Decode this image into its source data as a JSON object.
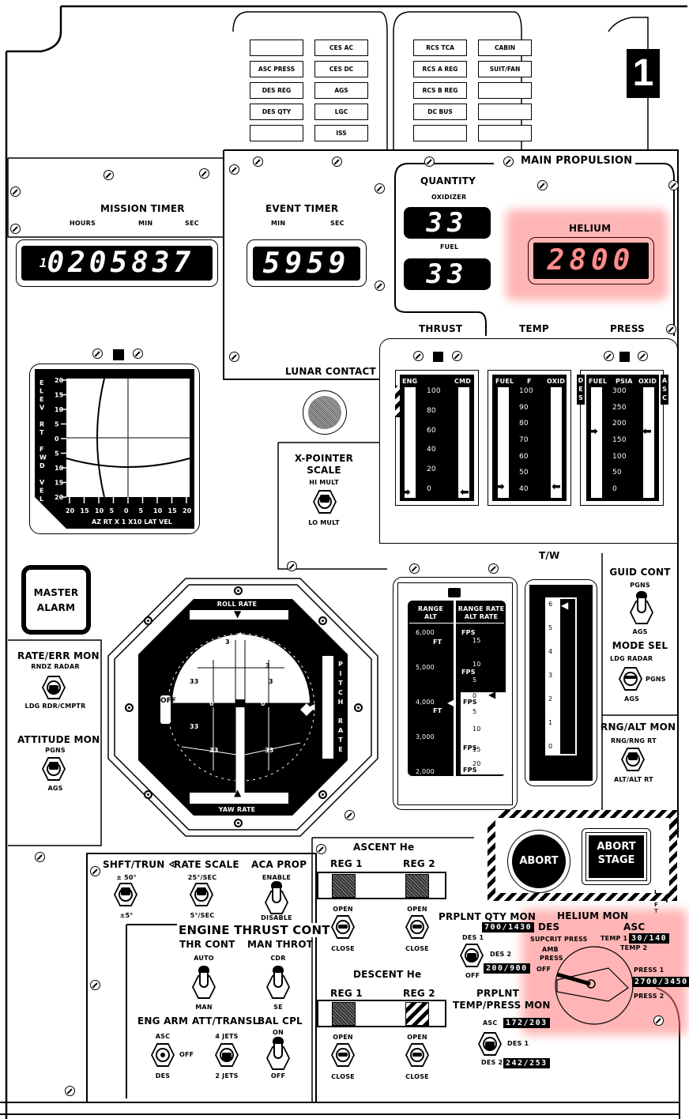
{
  "panel": {
    "number": "1",
    "highlight_color": "#ff8080",
    "display_color": "#000000",
    "display_digit_color": "#ffffff"
  },
  "caution_warning": {
    "left_bank": [
      "",
      "CES AC",
      "ASC PRESS",
      "CES DC",
      "DES REG",
      "AGS",
      "DES QTY",
      "LGC",
      "",
      "ISS"
    ],
    "right_bank": [
      "RCS TCA",
      "CABIN",
      "RCS A REG",
      "SUIT/FAN",
      "RCS B REG",
      "",
      "DC BUS",
      "",
      "",
      ""
    ]
  },
  "mission_timer": {
    "title": "MISSION TIMER",
    "units": [
      "HOURS",
      "MIN",
      "SEC"
    ],
    "prefix": "1",
    "value": "0205837"
  },
  "event_timer": {
    "title": "EVENT TIMER",
    "units": [
      "MIN",
      "SEC"
    ],
    "value": "5959"
  },
  "main_propulsion": {
    "title": "MAIN PROPULSION",
    "quantity_label": "QUANTITY",
    "oxidizer_label": "OXIDIZER",
    "oxidizer_value": "33",
    "fuel_label": "FUEL",
    "fuel_value": "33",
    "helium_label": "HELIUM",
    "helium_value": "2800",
    "thrust_label": "THRUST",
    "temp_label": "TEMP",
    "press_label": "PRESS"
  },
  "xpointer": {
    "elev_label": [
      "E",
      "L",
      "E",
      "V",
      " ",
      "R",
      "T",
      " ",
      "F",
      "W",
      "D",
      " ",
      "V",
      "E",
      "L"
    ],
    "y_ticks": [
      "20",
      "15",
      "10",
      "5",
      "0",
      "5",
      "10",
      "15",
      "20"
    ],
    "x_ticks": [
      "20",
      "15",
      "10",
      "5",
      "0",
      "5",
      "10",
      "15",
      "20"
    ],
    "x_label": "AZ RT X 1 X10 LAT VEL"
  },
  "lunar_contact": {
    "label": "LUNAR CONTACT"
  },
  "xpointer_scale": {
    "title_1": "X-POINTER",
    "title_2": "SCALE",
    "up": "HI MULT",
    "down": "LO MULT"
  },
  "thrust_gauge": {
    "left": "ENG",
    "right": "CMD",
    "ticks": [
      "100",
      "80",
      "60",
      "40",
      "20",
      "0"
    ],
    "eng_value": 0,
    "cmd_value": 0
  },
  "temp_gauge": {
    "left": "FUEL",
    "mid": "F",
    "right": "OXID",
    "ticks": [
      "100",
      "90",
      "80",
      "70",
      "60",
      "50",
      "40"
    ],
    "fuel_value": 40,
    "oxid_value": 40
  },
  "press_gauge": {
    "des": [
      "D",
      "E",
      "S"
    ],
    "asc": [
      "A",
      "S",
      "C"
    ],
    "left": "FUEL",
    "mid": "PSIA",
    "right": "OXID",
    "ticks": [
      "300",
      "250",
      "200",
      "150",
      "100",
      "50",
      "0"
    ],
    "fuel_value": 180,
    "oxid_value": 180
  },
  "master_alarm": {
    "line1": "MASTER",
    "line2": "ALARM"
  },
  "rate_err_mon": {
    "title": "RATE/ERR MON",
    "up": "RNDZ RADAR",
    "down": "LDG RDR/CMPTR"
  },
  "attitude_mon": {
    "title": "ATTITUDE MON",
    "up": "PGNS",
    "down": "AGS"
  },
  "fdai": {
    "roll_rate": "ROLL RATE",
    "yaw_rate": "YAW RATE",
    "pitch_rate": [
      "P",
      "I",
      "T",
      "C",
      "H",
      " ",
      "R",
      "A",
      "T",
      "E"
    ],
    "off_flag": "OFF",
    "ball_marks": [
      "3",
      "3",
      "33",
      "3",
      "0",
      "0",
      "33",
      "33",
      "33"
    ]
  },
  "range_alt": {
    "left_title_1": "RANGE",
    "left_title_2": "ALT",
    "right_title_1": "RANGE RATE",
    "right_title_2": "ALT RATE",
    "alt_ticks": [
      "6,000",
      "5,000",
      "4,000",
      "3,000",
      "2,000"
    ],
    "ft": "FT",
    "rate_ticks": [
      "15",
      "10",
      "5",
      "0",
      "5",
      "10",
      "15",
      "20"
    ],
    "fps": "FPS",
    "alt_value_ft": 4000,
    "rate_value_fps": 0
  },
  "tw": {
    "title": "T/W",
    "ticks": [
      "6",
      "5",
      "4",
      "3",
      "2",
      "1",
      "0"
    ],
    "value": 6
  },
  "guid_cont": {
    "title": "GUID CONT",
    "up": "PGNS",
    "down": "AGS"
  },
  "mode_sel": {
    "title": "MODE SEL",
    "up": "LDG RADAR",
    "right": "PGNS",
    "down": "AGS"
  },
  "rng_alt_mon": {
    "title": "RNG/ALT MON",
    "up": "RNG/RNG RT",
    "down": "ALT/ALT RT"
  },
  "abort": {
    "abort": "ABORT",
    "abort_stage_1": "ABORT",
    "abort_stage_2": "STAGE",
    "lift": [
      "L",
      "I",
      "F",
      "T"
    ]
  },
  "lower_left": {
    "shft_trun": {
      "title": "SHFT/TRUN ∢",
      "up": "± 50°",
      "down": "±5°"
    },
    "rate_scale": {
      "title": "RATE SCALE",
      "up": "25°/SEC",
      "down": "5°/SEC"
    },
    "aca_prop": {
      "title": "ACA PROP",
      "up": "ENABLE",
      "down": "DISABLE"
    },
    "engine_thrust_cont": "ENGINE THRUST CONT",
    "thr_cont": {
      "title": "THR CONT",
      "up": "AUTO",
      "down": "MAN"
    },
    "man_throt": {
      "title": "MAN THROT",
      "up": "CDR",
      "down": "SE"
    },
    "eng_arm": {
      "title": "ENG ARM",
      "up": "ASC",
      "right": "OFF",
      "down": "DES"
    },
    "att_transl": {
      "title": "ATT/TRANSL",
      "up": "4 JETS",
      "down": "2 JETS"
    },
    "bal_cpl": {
      "title": "BAL CPL",
      "up": "ON",
      "down": "OFF"
    }
  },
  "ascent_he": {
    "title": "ASCENT He",
    "reg1": "REG 1",
    "reg2": "REG 2",
    "open": "OPEN",
    "close": "CLOSE"
  },
  "descent_he": {
    "title": "DESCENT He",
    "reg1": "REG 1",
    "reg2": "REG 2",
    "open": "OPEN",
    "close": "CLOSE"
  },
  "prplnt_qty_mon": {
    "title": "PRPLNT QTY MON",
    "readout_top": "700/1430",
    "up": "DES 1",
    "right": "DES 2",
    "down": "OFF",
    "readout_bottom": "200/900"
  },
  "prplnt_temp_press_mon": {
    "title_1": "PRPLNT",
    "title_2": "TEMP/PRESS MON",
    "up": "ASC",
    "readout_asc": "172/203",
    "right": "DES 1",
    "down": "DES 2",
    "readout_des2": "242/253"
  },
  "helium_mon": {
    "title": "HELIUM MON",
    "des": "DES",
    "asc": "ASC",
    "positions": [
      "OFF",
      "PRESS",
      "AMB",
      "SUPCRIT PRESS",
      "TEMP 1",
      "TEMP 2",
      "PRESS 1",
      "PRESS 2"
    ],
    "readout_temp": "30/140",
    "readout_press": "2700/3450",
    "selected": "OFF"
  }
}
